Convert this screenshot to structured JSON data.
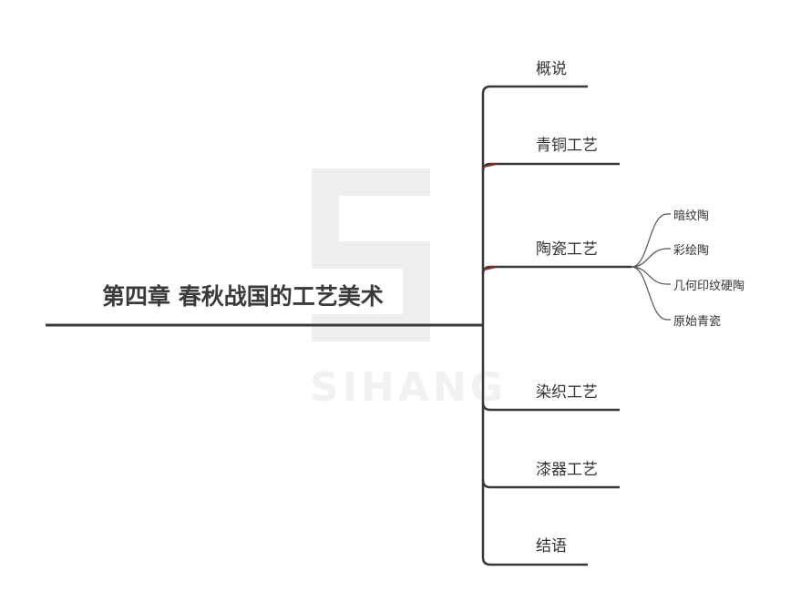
{
  "root": {
    "title": "第四章 春秋战国的工艺美术"
  },
  "branches": [
    {
      "label": "概说"
    },
    {
      "label": "青铜工艺"
    },
    {
      "label": "陶瓷工艺",
      "children": [
        "暗纹陶",
        "彩绘陶",
        "几何印纹硬陶",
        "原始青瓷"
      ]
    },
    {
      "label": "染织工艺"
    },
    {
      "label": "漆器工艺"
    },
    {
      "label": "结语"
    }
  ],
  "colors": {
    "line": "#383838",
    "accent": "#8b2e2e",
    "text": "#333333"
  }
}
